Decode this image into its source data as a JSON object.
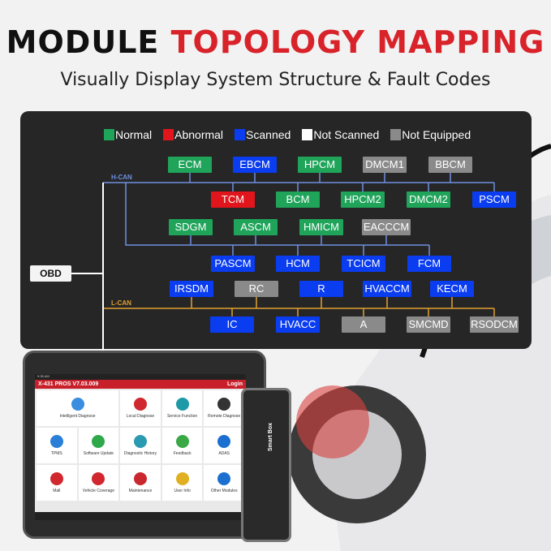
{
  "header": {
    "title_part1": "MODULE",
    "title_part2": "TOPOLOGY MAPPING",
    "subtitle": "Visually Display System Structure & Fault Codes"
  },
  "colors": {
    "normal": "#1fa45a",
    "abnormal": "#e0161c",
    "scanned": "#0a3cf0",
    "not_scanned": "#ffffff",
    "not_equipped": "#8a8a8a",
    "h_can": "#6f8fe0",
    "l_can": "#e0a030"
  },
  "legend": [
    {
      "label": "Normal",
      "status": "normal"
    },
    {
      "label": "Abnormal",
      "status": "abnormal"
    },
    {
      "label": "Scanned",
      "status": "scanned"
    },
    {
      "label": "Not Scanned",
      "status": "not_scanned"
    },
    {
      "label": "Not Equipped",
      "status": "not_equipped"
    }
  ],
  "buses": {
    "h_can": "H-CAN",
    "l_can": "L-CAN",
    "obd": "OBD"
  },
  "modules": [
    {
      "name": "ECM",
      "status": "normal"
    },
    {
      "name": "EBCM",
      "status": "scanned"
    },
    {
      "name": "HPCM",
      "status": "normal"
    },
    {
      "name": "DMCM1",
      "status": "not_equipped"
    },
    {
      "name": "BBCM",
      "status": "not_equipped"
    },
    {
      "name": "TCM",
      "status": "abnormal"
    },
    {
      "name": "BCM",
      "status": "normal"
    },
    {
      "name": "HPCM2",
      "status": "normal"
    },
    {
      "name": "DMCM2",
      "status": "normal"
    },
    {
      "name": "PSCM",
      "status": "scanned"
    },
    {
      "name": "SDGM",
      "status": "normal"
    },
    {
      "name": "ASCM",
      "status": "normal"
    },
    {
      "name": "HMICM",
      "status": "normal"
    },
    {
      "name": "EACCCM",
      "status": "not_equipped"
    },
    {
      "name": "PASCM",
      "status": "scanned"
    },
    {
      "name": "HCM",
      "status": "scanned"
    },
    {
      "name": "TCICM",
      "status": "scanned"
    },
    {
      "name": "FCM",
      "status": "scanned"
    },
    {
      "name": "IRSDM",
      "status": "scanned"
    },
    {
      "name": "RC",
      "status": "not_equipped"
    },
    {
      "name": "R",
      "status": "scanned"
    },
    {
      "name": "HVACCM",
      "status": "scanned"
    },
    {
      "name": "KECM",
      "status": "scanned"
    },
    {
      "name": "IC",
      "status": "scanned"
    },
    {
      "name": "HVACC",
      "status": "scanned"
    },
    {
      "name": "A",
      "status": "not_equipped"
    },
    {
      "name": "SMCMD",
      "status": "not_equipped"
    },
    {
      "name": "RSODCM",
      "status": "not_equipped"
    }
  ],
  "tablet": {
    "status_time": "9:35 AM",
    "app_title": "X-431 PROS V7.03.009",
    "login": "Login",
    "tiles": [
      "Intelligent Diagnose",
      "Local Diagnose",
      "Service Function",
      "Remote Diagnose",
      "TPMS",
      "Software Update",
      "Diagnostic History",
      "Feedback",
      "ADAS",
      "Mall",
      "Vehicle Coverage",
      "Maintenance",
      "User Info",
      "Other Modules"
    ]
  },
  "smartbox": {
    "label": "Smart Box"
  }
}
